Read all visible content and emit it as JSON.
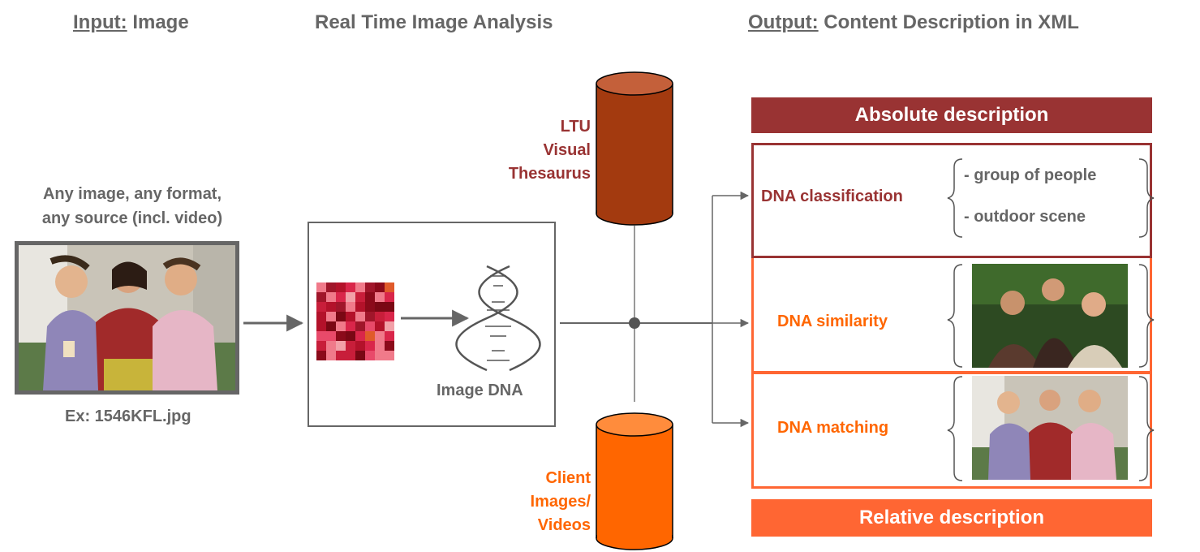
{
  "header": {
    "input_label": "Input:",
    "input_value": "Image",
    "analysis": "Real Time Image Analysis",
    "output_label": "Output:",
    "output_value": "Content Description in XML"
  },
  "input": {
    "caption_line1": "Any image, any format,",
    "caption_line2": "any source (incl. video)",
    "example": "Ex: 1546KFL.jpg"
  },
  "analysis_box": {
    "dna_label": "Image DNA"
  },
  "thesaurus": {
    "line1": "LTU",
    "line2": "Visual",
    "line3": "Thesaurus"
  },
  "client": {
    "line1": "Client",
    "line2": "Images/",
    "line3": "Videos"
  },
  "output": {
    "absolute_title": "Absolute description",
    "classification_label": "DNA classification",
    "class_items": [
      "- group of people",
      "- outdoor scene"
    ],
    "similarity_label": "DNA similarity",
    "matching_label": "DNA matching",
    "relative_title": "Relative description"
  },
  "colors": {
    "dark_red": "#993333",
    "orange": "#ff6600",
    "gray": "#666666"
  }
}
